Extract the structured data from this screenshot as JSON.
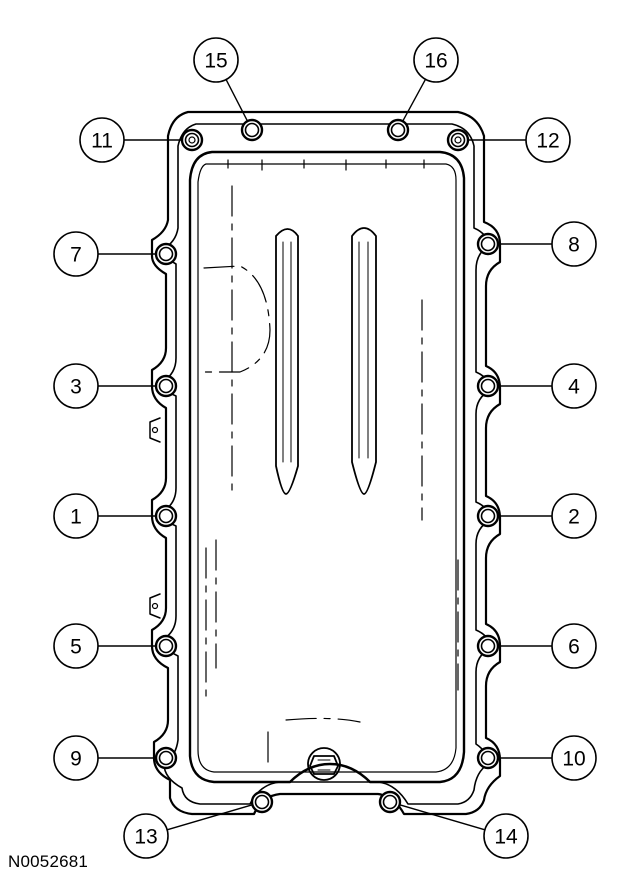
{
  "reference_code": "N0052681",
  "callouts": [
    {
      "label": "1"
    },
    {
      "label": "2"
    },
    {
      "label": "3"
    },
    {
      "label": "4"
    },
    {
      "label": "5"
    },
    {
      "label": "6"
    },
    {
      "label": "7"
    },
    {
      "label": "8"
    },
    {
      "label": "9"
    },
    {
      "label": "10"
    },
    {
      "label": "11"
    },
    {
      "label": "12"
    },
    {
      "label": "13"
    },
    {
      "label": "14"
    },
    {
      "label": "15"
    },
    {
      "label": "16"
    }
  ]
}
